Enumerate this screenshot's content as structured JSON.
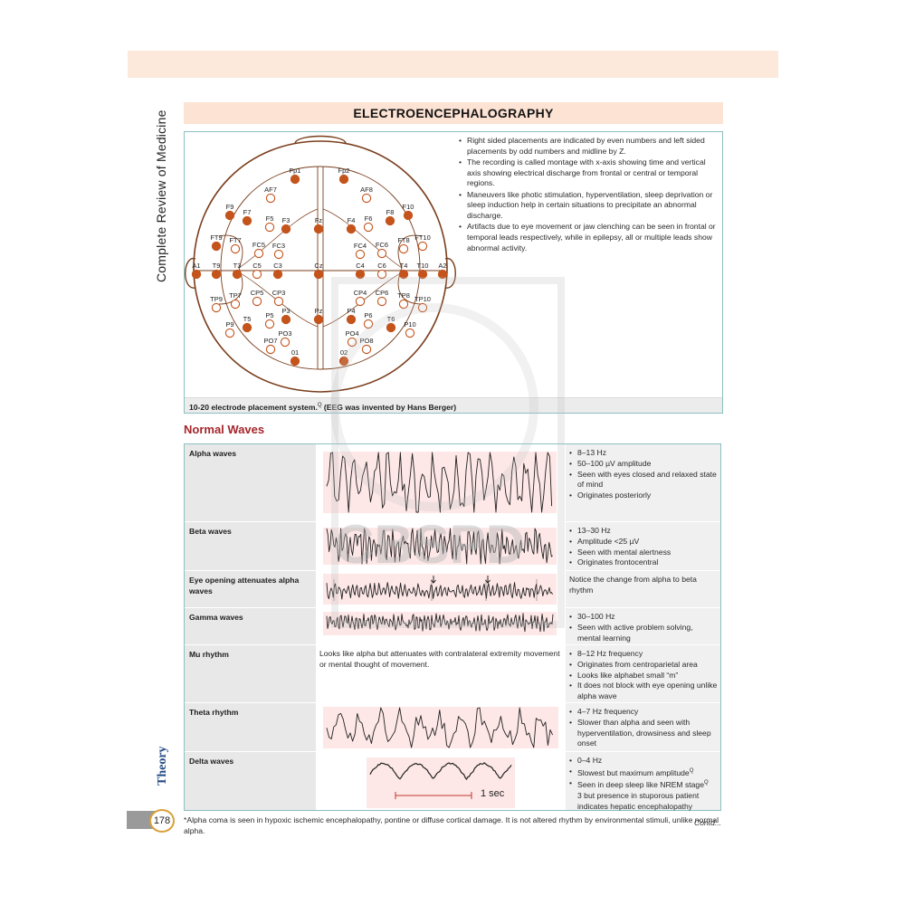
{
  "side_title": "Complete Review of Medicine",
  "side_section": "Theory",
  "title": "ELECTROENCEPHALOGRAPHY",
  "eeg_bullets": [
    "Right sided placements are indicated by even numbers and left sided placements by odd numbers and midline by Z.",
    "The recording is called montage with x-axis showing time and vertical axis showing electrical discharge from frontal or central or temporal regions.",
    "Maneuvers like photic stimulation, hyperventilation, sleep deprivation or sleep induction help in certain situations to precipitate an abnormal discharge.",
    "Artifacts due to eye movement or jaw clenching can be seen in frontal or temporal leads respectively, while in epilepsy, all or multiple leads show abnormal activity."
  ],
  "eeg_caption_main": "10-20 electrode placement system.",
  "eeg_caption_sup": "Q",
  "eeg_caption_rest": " (EEG was invented by Hans Berger)",
  "electrodes": [
    {
      "label": "Fp1",
      "filled": true
    },
    {
      "label": "Fp2",
      "filled": true
    },
    {
      "label": "AF7",
      "filled": false
    },
    {
      "label": "AF8",
      "filled": false
    },
    {
      "label": "F9",
      "filled": true
    },
    {
      "label": "F7",
      "filled": true
    },
    {
      "label": "F5",
      "filled": false
    },
    {
      "label": "F3",
      "filled": true
    },
    {
      "label": "Fz",
      "filled": true
    },
    {
      "label": "F4",
      "filled": true
    },
    {
      "label": "F6",
      "filled": false
    },
    {
      "label": "F8",
      "filled": true
    },
    {
      "label": "F10",
      "filled": true
    },
    {
      "label": "FT9",
      "filled": true
    },
    {
      "label": "FT7",
      "filled": false
    },
    {
      "label": "FC5",
      "filled": false
    },
    {
      "label": "FC3",
      "filled": false
    },
    {
      "label": "FC4",
      "filled": false
    },
    {
      "label": "FC6",
      "filled": false
    },
    {
      "label": "FT8",
      "filled": false
    },
    {
      "label": "FT10",
      "filled": false
    },
    {
      "label": "A1",
      "filled": true
    },
    {
      "label": "T9",
      "filled": true
    },
    {
      "label": "T3",
      "filled": true
    },
    {
      "label": "C5",
      "filled": false
    },
    {
      "label": "C3",
      "filled": true
    },
    {
      "label": "Cz",
      "filled": true
    },
    {
      "label": "C4",
      "filled": true
    },
    {
      "label": "C6",
      "filled": false
    },
    {
      "label": "T4",
      "filled": true
    },
    {
      "label": "T10",
      "filled": true
    },
    {
      "label": "A2",
      "filled": true
    },
    {
      "label": "TP9",
      "filled": false
    },
    {
      "label": "TP7",
      "filled": false
    },
    {
      "label": "CP5",
      "filled": false
    },
    {
      "label": "CP3",
      "filled": false
    },
    {
      "label": "CP4",
      "filled": false
    },
    {
      "label": "CP6",
      "filled": false
    },
    {
      "label": "TP8",
      "filled": false
    },
    {
      "label": "TP10",
      "filled": false
    },
    {
      "label": "P9",
      "filled": false
    },
    {
      "label": "P5",
      "filled": false
    },
    {
      "label": "P3",
      "filled": true
    },
    {
      "label": "Pz",
      "filled": true
    },
    {
      "label": "P4",
      "filled": true
    },
    {
      "label": "P6",
      "filled": false
    },
    {
      "label": "P10",
      "filled": false
    },
    {
      "label": "T5",
      "filled": true
    },
    {
      "label": "T6",
      "filled": true
    },
    {
      "label": "PO7",
      "filled": false
    },
    {
      "label": "PO3",
      "filled": false
    },
    {
      "label": "PO4",
      "filled": false
    },
    {
      "label": "PO8",
      "filled": false
    },
    {
      "label": "01",
      "filled": true
    },
    {
      "label": "02",
      "filled": true
    }
  ],
  "section_title": "Normal Waves",
  "waves": [
    {
      "name": "Alpha waves",
      "points": [
        "8–13 Hz",
        "50–100 µV amplitude",
        "Seen with eyes closed and relaxed state of mind",
        "Originates posteriorly"
      ]
    },
    {
      "name": "Beta waves",
      "points": [
        "13–30 Hz",
        "Amplitude <25 µV",
        "Seen with mental alertness",
        "Originates frontocentral"
      ]
    },
    {
      "name": "Eye opening attenuates alpha waves",
      "note": "Notice the change from alpha to beta rhythm"
    },
    {
      "name": "Gamma waves",
      "points": [
        "30–100 Hz",
        "Seen with active problem solving, mental learning"
      ]
    },
    {
      "name": "Mu rhythm",
      "middle": "Looks like alpha but attenuates with contralateral extremity movement or mental thought of movement.",
      "points": [
        "8–12 Hz frequency",
        "Originates from centroparietal area",
        "Looks like alphabet small “m”",
        "It does not block with eye opening unlike alpha wave"
      ]
    },
    {
      "name": "Theta rhythm",
      "points": [
        "4–7 Hz frequency",
        "Slower than alpha and seen with hyperventilation, drowsiness and sleep onset"
      ]
    },
    {
      "name": "Delta waves",
      "points": [
        "0–4 Hz",
        "Slowest but maximum amplitude",
        "Seen in deep sleep like NREM stage",
        "3 but presence in stuporous patient indicates hepatic encephalopathy"
      ],
      "sup": "Q",
      "scale_label": "1 sec"
    }
  ],
  "page_number": "178",
  "footnote": "*Alpha coma is seen in hypoxic ischemic encephalopathy, pontine or diffuse cortical damage. It is not altered rhythm by environmental stimuli, unlike normal alpha.",
  "contd": "Contd...",
  "watermark": "CBSPD",
  "colors": {
    "electrode_filled": "#c4541c",
    "accent_red": "#a4262c",
    "teal_border": "#8bbfc0",
    "theory_blue": "#244c86"
  }
}
